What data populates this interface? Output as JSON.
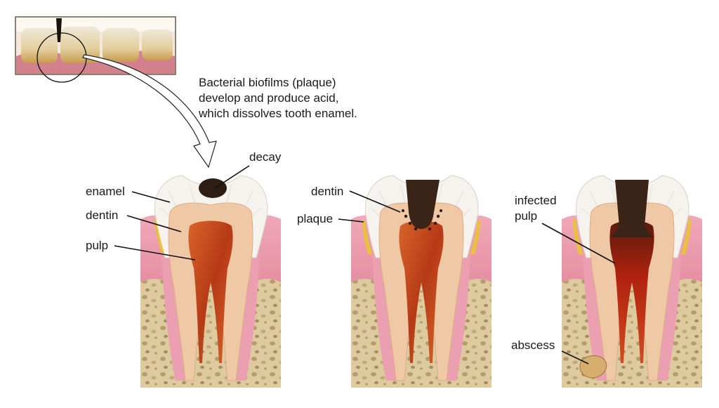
{
  "caption": {
    "line1": "Bacterial biofilms (plaque)",
    "line2": "develop and produce acid,",
    "line3": "which dissolves tooth enamel."
  },
  "panel1": {
    "decay": "decay",
    "enamel": "enamel",
    "dentin": "dentin",
    "pulp": "pulp"
  },
  "panel2": {
    "dentin": "dentin",
    "plaque": "plaque"
  },
  "panel3": {
    "infected_line1": "infected",
    "infected_line2": "pulp",
    "abscess": "abscess"
  },
  "colors": {
    "bone": "#dcc9a0",
    "gum": "#e8a3b0",
    "enamel": "#f4f1ec",
    "dentin": "#efc9a6",
    "pulp": "#c2461e",
    "infected_pulp": "#a01f10",
    "decay": "#3a2418",
    "plaque": "#e7c33a"
  }
}
